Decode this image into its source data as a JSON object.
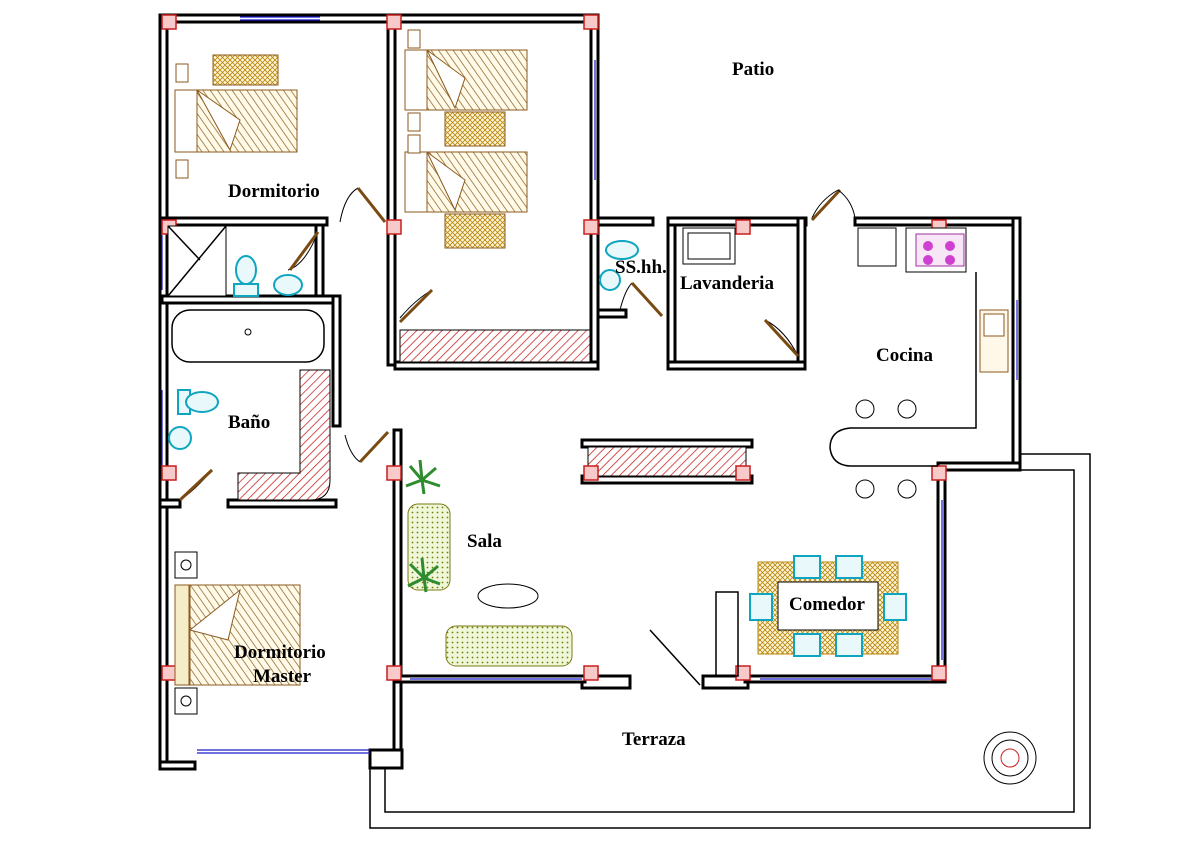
{
  "rooms": {
    "patio": "Patio",
    "dormitorio": "Dormitorio",
    "sshh": "SS.hh.",
    "lavanderia": "Lavanderia",
    "cocina": "Cocina",
    "bano": "Baño",
    "sala": "Sala",
    "comedor": "Comedor",
    "master_line1": "Dormitorio",
    "master_line2": "Master",
    "terraza": "Terraza"
  },
  "colors": {
    "walls": "#000000",
    "columns": "#c81e1e",
    "furniture": "#8b5a1e",
    "fixtures": "#0ea5c0",
    "windows": "#1a1acc",
    "sofa": "#c8c83a",
    "plants": "#2e8b2e"
  }
}
